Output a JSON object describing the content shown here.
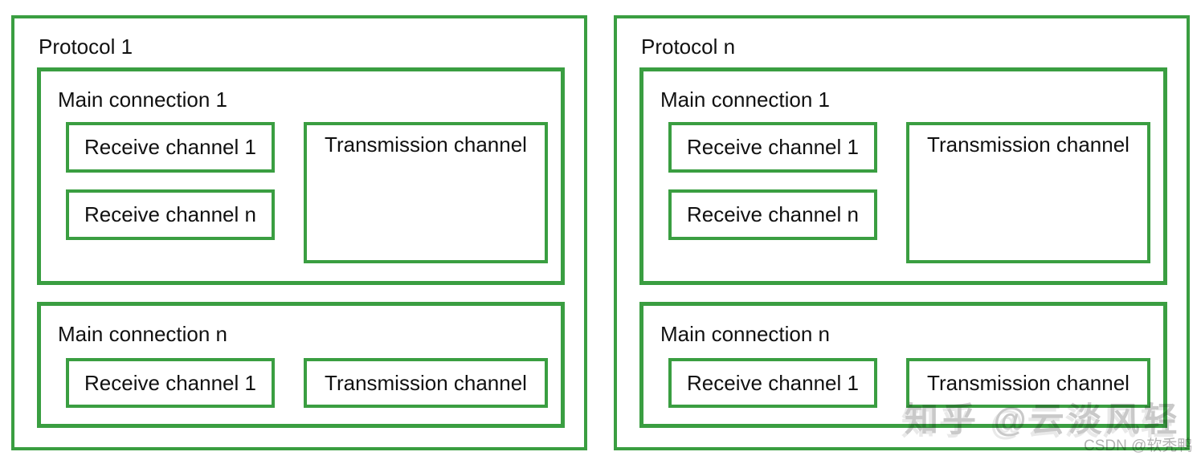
{
  "colors": {
    "box_border": "#3a9e41",
    "text": "#111111",
    "background": "#ffffff",
    "watermark_large": "#c9c9c9",
    "watermark_small": "#b3b3b3"
  },
  "protocols": [
    {
      "label": "Protocol 1",
      "connections": [
        {
          "label": "Main connection 1",
          "receive_channels": [
            "Receive channel 1",
            "Receive channel n"
          ],
          "transmission_channel": "Transmission channel"
        },
        {
          "label": "Main connection n",
          "receive_channels": [
            "Receive channel 1"
          ],
          "transmission_channel": "Transmission channel"
        }
      ]
    },
    {
      "label": "Protocol n",
      "connections": [
        {
          "label": "Main connection 1",
          "receive_channels": [
            "Receive channel 1",
            "Receive channel n"
          ],
          "transmission_channel": "Transmission channel"
        },
        {
          "label": "Main connection n",
          "receive_channels": [
            "Receive channel 1"
          ],
          "transmission_channel": "Transmission channel"
        }
      ]
    }
  ],
  "watermarks": {
    "zhihu": "知乎 @云淡风轻",
    "csdn": "CSDN @软秃鸭"
  }
}
